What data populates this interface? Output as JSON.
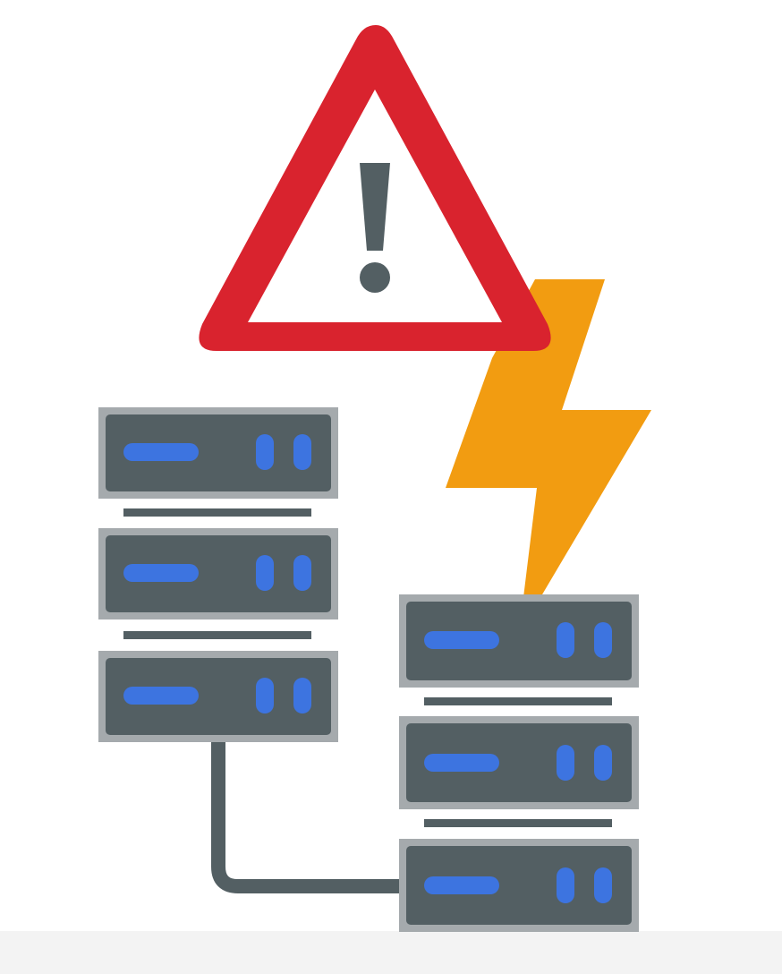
{
  "colors": {
    "background": "#ffffff",
    "warning_red": "#d9232e",
    "warning_fill": "#ffffff",
    "exclamation": "#535f63",
    "lightning": "#f29c11",
    "server_frame": "#a5aaad",
    "server_body": "#535f63",
    "server_led": "#3d74e0",
    "cable": "#535f63",
    "floor": "#f3f3f3"
  },
  "icons": {
    "warning": "warning-triangle-icon",
    "exclamation": "exclamation-icon",
    "lightning": "lightning-bolt-icon",
    "server": "server-icon",
    "cable": "network-cable"
  },
  "server_stacks": [
    {
      "name": "left-server-stack",
      "units": 3
    },
    {
      "name": "right-server-stack",
      "units": 3
    }
  ]
}
